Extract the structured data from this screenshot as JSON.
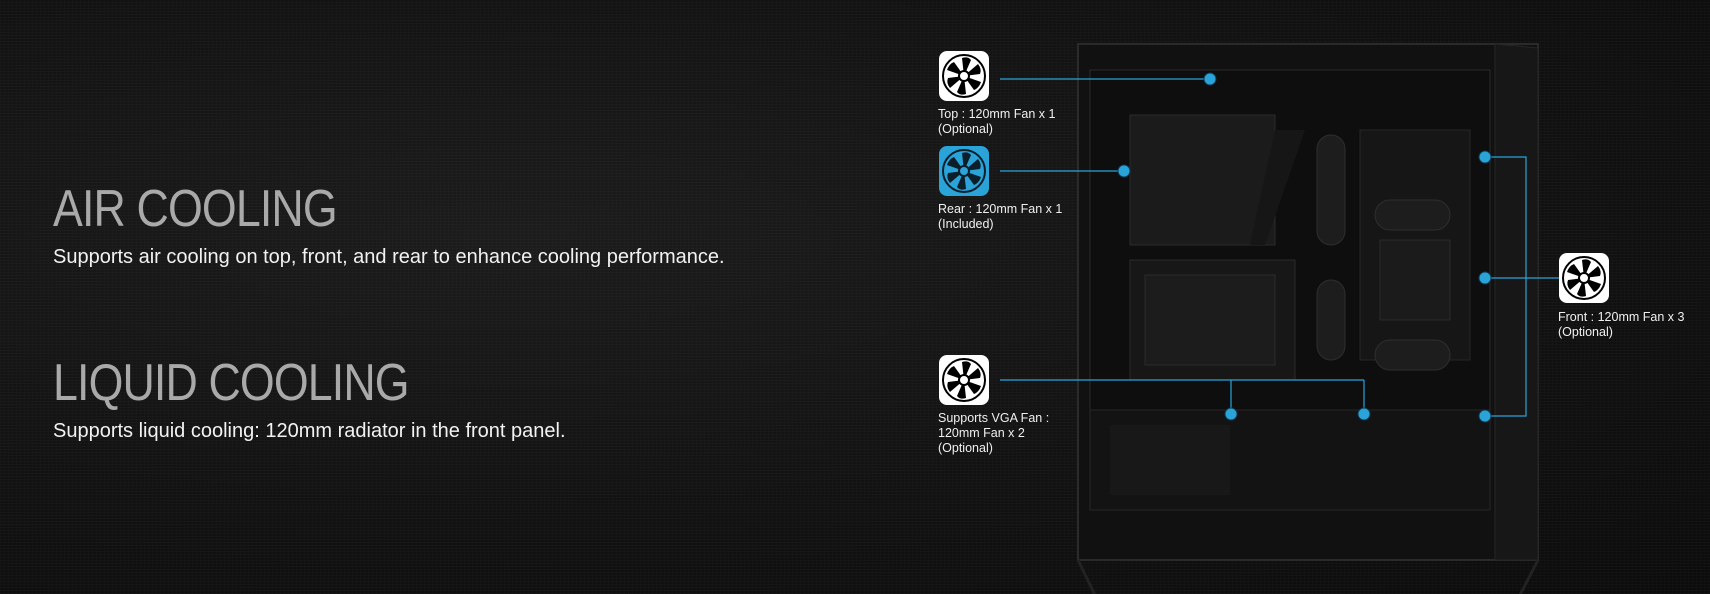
{
  "sections": {
    "air": {
      "title": "AIR COOLING",
      "description": "Supports air cooling on top, front, and rear to enhance cooling performance."
    },
    "liquid": {
      "title": "LIQUID COOLING",
      "description": "Supports liquid cooling: 120mm radiator in the front panel."
    }
  },
  "fans": {
    "top": {
      "line1": "Top : 120mm Fan x 1",
      "line2": "(Optional)",
      "icon": "fan-icon-outline"
    },
    "rear": {
      "line1": "Rear : 120mm Fan x 1",
      "line2": "(Included)",
      "icon": "fan-icon-blue"
    },
    "vga": {
      "line1": "Supports VGA Fan :",
      "line2": "120mm Fan x 2",
      "line3": "(Optional)",
      "icon": "fan-icon-outline"
    },
    "front": {
      "line1": "Front : 120mm Fan x 3",
      "line2": "(Optional)",
      "icon": "fan-icon-outline"
    }
  },
  "colors": {
    "accent": "#2aa3d8",
    "heading": "#a9a9a9",
    "background": "#141414"
  }
}
